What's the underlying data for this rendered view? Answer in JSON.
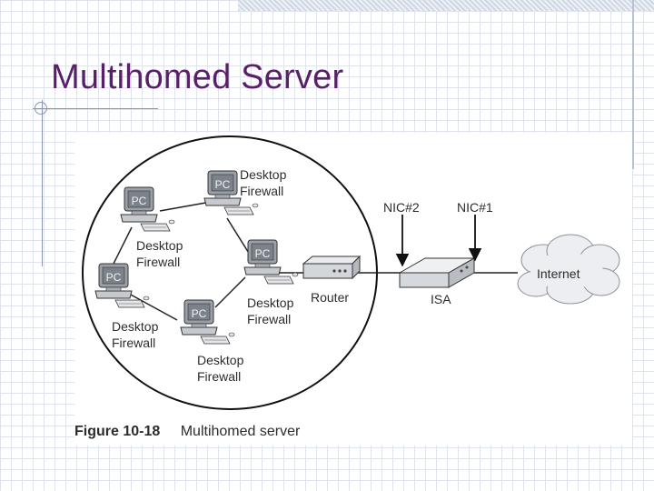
{
  "slide": {
    "title": "Multihomed Server"
  },
  "diagram": {
    "workstations": [
      {
        "pc_label": "PC",
        "label_line1": "Desktop",
        "label_line2": "Firewall"
      },
      {
        "pc_label": "PC",
        "label_line1": "Desktop",
        "label_line2": "Firewall"
      },
      {
        "pc_label": "PC",
        "label_line1": "Desktop",
        "label_line2": "Firewall"
      },
      {
        "pc_label": "PC",
        "label_line1": "Desktop",
        "label_line2": "Firewall"
      },
      {
        "pc_label": "PC",
        "label_line1": "Desktop",
        "label_line2": "Firewall"
      }
    ],
    "router_label": "Router",
    "isa_label": "ISA",
    "nic2_label": "NIC#2",
    "nic1_label": "NIC#1",
    "internet_label": "Internet"
  },
  "caption": {
    "figure_number": "Figure 10-18",
    "figure_title": "Multihomed server"
  }
}
